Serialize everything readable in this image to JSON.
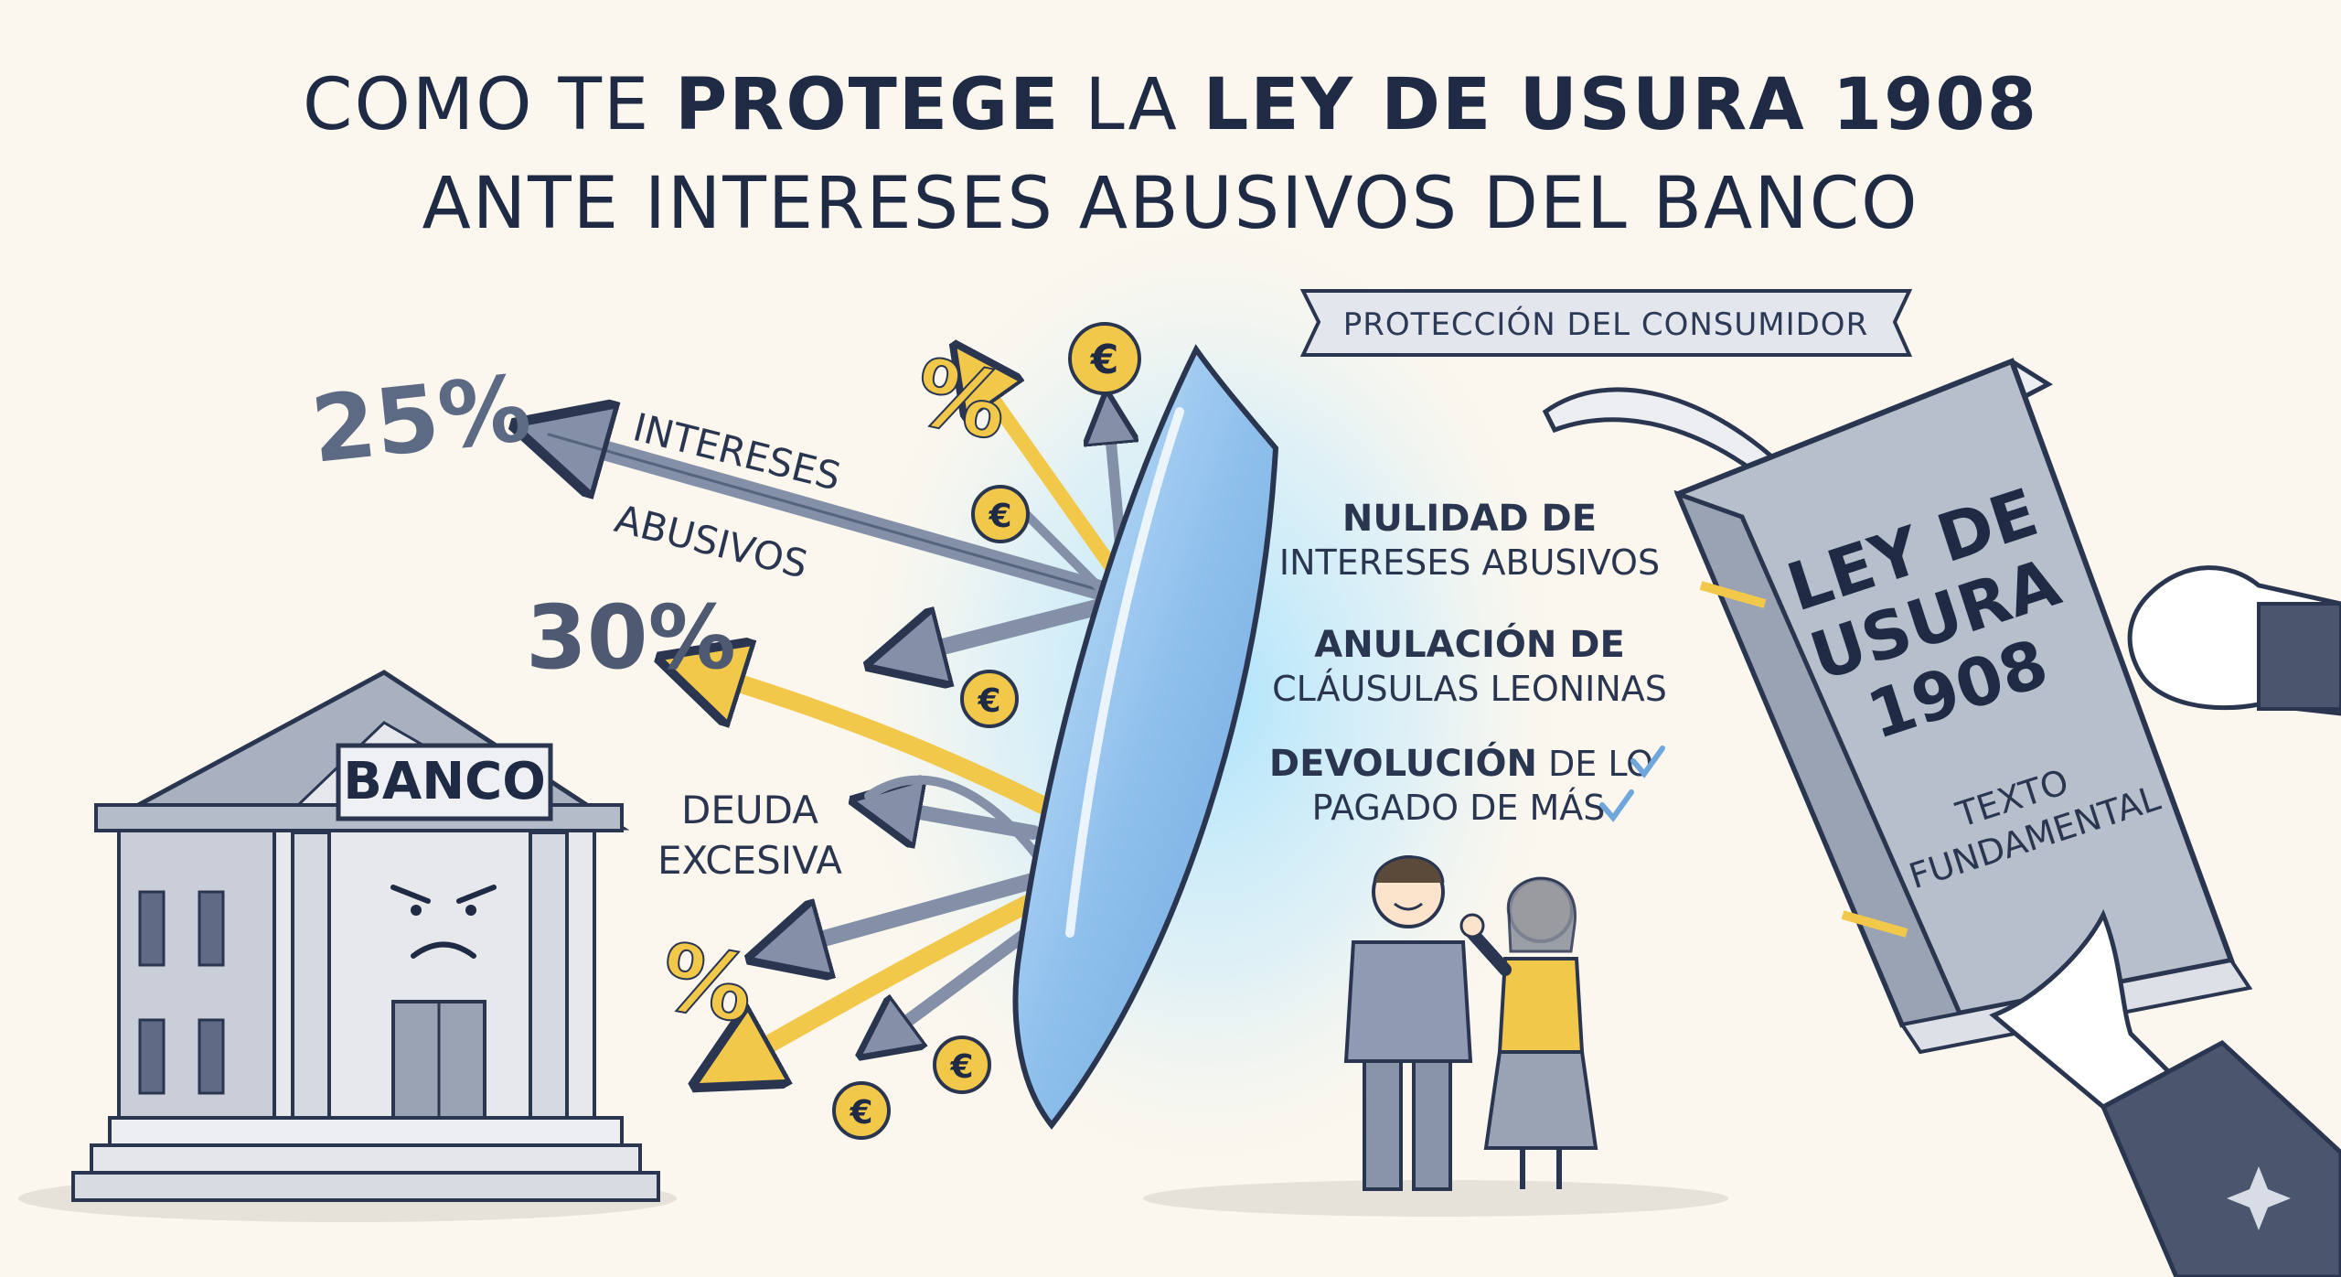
{
  "title": {
    "line1_a": "COMO TE ",
    "line1_b": "PROTEGE",
    "line1_c": " LA ",
    "line1_d": "LEY DE USURA 1908",
    "line2": "ANTE INTERESES ABUSIVOS DEL BANCO"
  },
  "banner": "PROTECCIÓN DEL CONSUMIDOR",
  "left_labels": {
    "intereses": "INTERESES",
    "abusivos": "ABUSIVOS",
    "deuda": "DEUDA",
    "excesiva": "EXCESIVA"
  },
  "percentages": {
    "p25": "25%",
    "p30": "30%",
    "p_a": "%",
    "p_b": "%"
  },
  "coin_symbol": "€",
  "bank_sign": "BANCO",
  "benefits": [
    {
      "bold": "NULIDAD DE",
      "rest": "INTERESES ABUSIVOS"
    },
    {
      "bold": "ANULACIÓN DE",
      "rest": "CLÁUSULAS LEONINAS"
    },
    {
      "bold": "DEVOLUCIÓN",
      "rest_a": " DE LO",
      "rest": "PAGADO DE MÁS"
    }
  ],
  "book": {
    "line1": "LEY DE",
    "line2": "USURA",
    "line3": "1908",
    "sub1": "TEXTO",
    "sub2": "FUNDAMENTAL"
  },
  "colors": {
    "ink": "#1f2a44",
    "gray_blue": "#7f8ba3",
    "yellow": "#f2c84b",
    "shield": "#9cc6ef",
    "glow": "#7fd0ff",
    "book": "#b7bfcc"
  }
}
